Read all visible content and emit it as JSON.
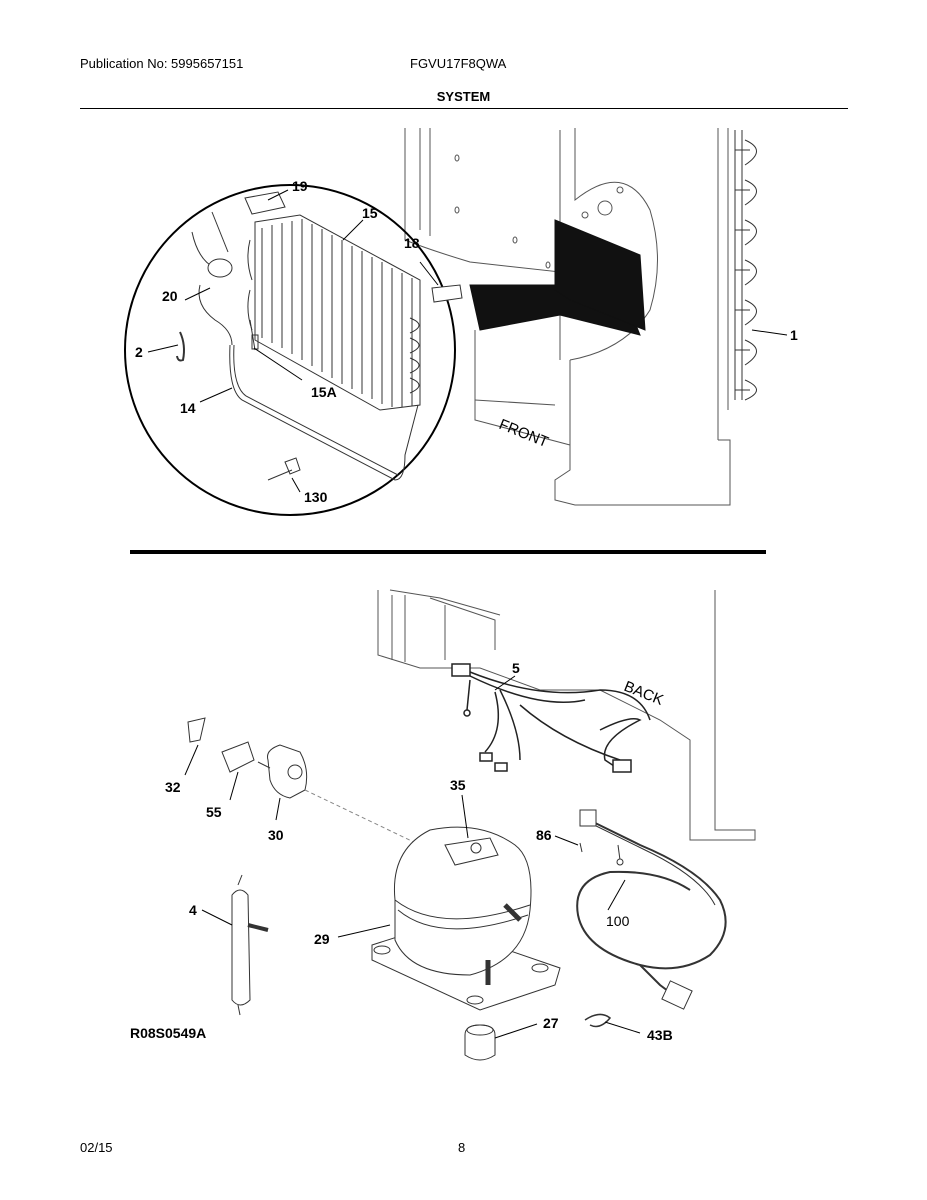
{
  "header": {
    "publication": "Publication No: 5995657151",
    "model": "FGVU17F8QWA",
    "section_title": "SYSTEM"
  },
  "top_diagram": {
    "callouts": {
      "c19": "19",
      "c15": "15",
      "c18": "18",
      "c20": "20",
      "c2": "2",
      "c15a": "15A",
      "c14": "14",
      "c130": "130",
      "c1": "1"
    },
    "front_label": "FRONT"
  },
  "bottom_diagram": {
    "callouts": {
      "c5": "5",
      "c32": "32",
      "c55": "55",
      "c30": "30",
      "c35": "35",
      "c86": "86",
      "c100": "100",
      "c4": "4",
      "c29": "29",
      "c27": "27",
      "c43b": "43B"
    },
    "back_label": "BACK",
    "diagram_code": "R08S0549A"
  },
  "footer": {
    "date": "02/15",
    "page_number": "8"
  }
}
